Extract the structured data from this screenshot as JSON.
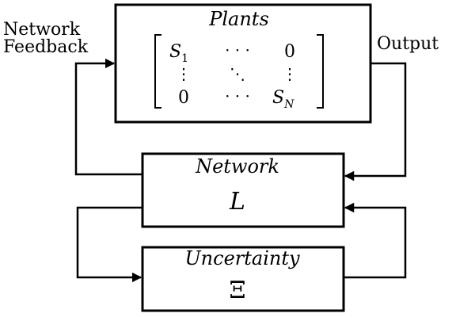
{
  "labels": {
    "network_feedback_line1": "Network",
    "network_feedback_line2": "Feedback",
    "output": "Output"
  },
  "blocks": {
    "plants": {
      "title": "Plants",
      "matrix": {
        "top_left": "S",
        "top_left_sub": "1",
        "top_dots": "· · ·",
        "top_right": "0",
        "mid_left": "⋮",
        "mid_center": "⋱",
        "mid_right": "⋮",
        "bottom_left": "0",
        "bottom_dots": "· · ·",
        "bottom_right": "S",
        "bottom_right_sub": "N"
      }
    },
    "network": {
      "title": "Network",
      "symbol": "L"
    },
    "uncertainty": {
      "title": "Uncertainty",
      "symbol": "Ξ"
    }
  }
}
